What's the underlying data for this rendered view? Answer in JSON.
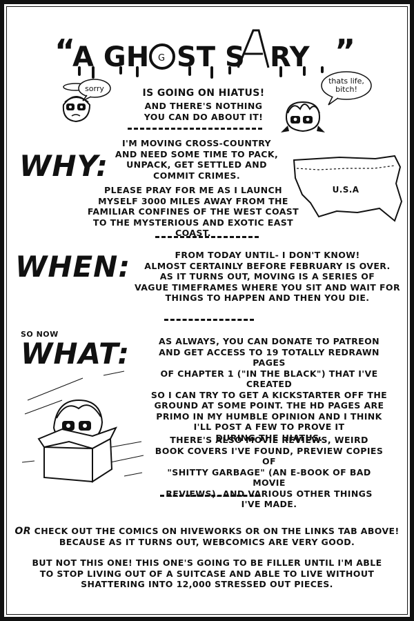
{
  "title": {
    "text": "“A GHOST STORY”",
    "part1": "A GH",
    "o_letter": "O",
    "part2": "ST S",
    "a_letter": "A",
    "part3": "RY"
  },
  "intro": {
    "bubble_left": "sorry",
    "bubble_right": "thats life, bitch!",
    "headline": "IS GOING ON HIATUS!",
    "sub1": "AND THERE'S NOTHING",
    "sub2": "YOU CAN DO ABOUT IT!"
  },
  "why": {
    "heading": "WHY:",
    "lines_a": [
      "I'M MOVING CROSS-COUNTRY",
      "AND NEED SOME TIME TO PACK,",
      "UNPACK, GET SETTLED AND",
      "COMMIT CRIMES."
    ],
    "lines_b": [
      "PLEASE PRAY FOR ME AS I LAUNCH",
      "MYSELF 3000 MILES AWAY FROM THE",
      "FAMILIAR CONFINES OF THE WEST COAST",
      "TO THE MYSTERIOUS AND EXOTIC EAST COAST."
    ],
    "map_label": "U.S.A"
  },
  "when": {
    "heading": "WHEN:",
    "lines": [
      "FROM TODAY UNTIL- I DON'T KNOW!",
      "ALMOST CERTAINLY BEFORE FEBRUARY IS OVER.",
      "AS IT TURNS OUT, MOVING IS A SERIES OF",
      "VAGUE TIMEFRAMES WHERE YOU SIT AND WAIT FOR",
      "THINGS TO HAPPEN AND THEN YOU DIE."
    ]
  },
  "what": {
    "prefix": "SO NOW",
    "heading": "WHAT:",
    "lines_a": [
      "AS ALWAYS, YOU CAN DONATE TO PATREON",
      "AND GET ACCESS TO 19 TOTALLY REDRAWN PAGES",
      "OF CHAPTER 1 (\"IN THE BLACK\") THAT I'VE CREATED",
      "SO I CAN TRY TO GET A KICKSTARTER OFF THE",
      "GROUND AT SOME POINT. THE HD PAGES ARE",
      "PRIMO IN MY HUMBLE OPINION AND I THINK",
      "I'LL POST A FEW TO PROVE IT",
      "DURING THE HIATUS."
    ],
    "lines_b": [
      "THERE'S ALSO MOVIE REVIEWS, WEIRD",
      "BOOK COVERS I'VE FOUND, PREVIEW COPIES OF",
      "\"SHITTY GARBAGE\" (AN E-BOOK OF BAD MOVIE",
      "REVIEWS). AND VARIOUS OTHER THINGS",
      "I'VE MADE."
    ]
  },
  "footer": {
    "or_word": "OR",
    "line1_rest": " CHECK OUT THE COMICS ON HIVEWORKS OR ON THE LINKS TAB ABOVE!",
    "line2": "BECAUSE AS IT TURNS OUT, WEBCOMICS ARE VERY GOOD.",
    "lines_b": [
      "BUT NOT THIS ONE! THIS ONE'S GOING TO BE FILLER UNTIL I'M ABLE",
      "TO STOP LIVING OUT OF A SUITCASE AND ABLE TO LIVE WITHOUT",
      "SHATTERING INTO 12,000 STRESSED OUT PIECES."
    ]
  }
}
